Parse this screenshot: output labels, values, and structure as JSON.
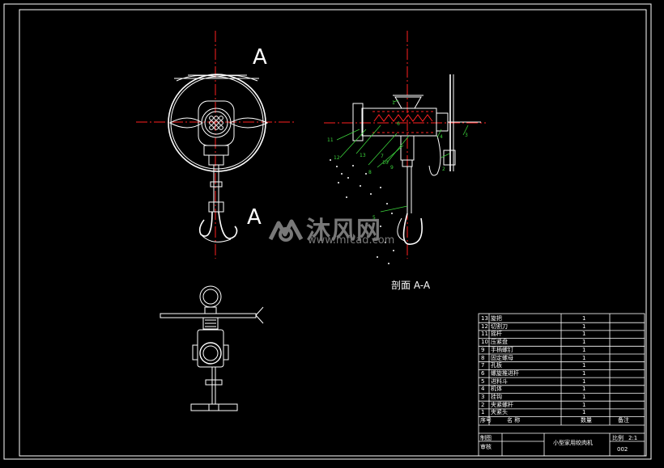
{
  "view_labels": {
    "a_top": "A",
    "a_bottom": "A",
    "section": "剖面 A-A"
  },
  "watermark": {
    "title": "沐风网",
    "url": "www.mfcad.com"
  },
  "balloons": [
    "13",
    "12",
    "11",
    "10",
    "9",
    "8",
    "7",
    "6",
    "5",
    "4",
    "3",
    "2",
    "1"
  ],
  "parts_table": {
    "rows": [
      {
        "no": "13",
        "name": "旋把",
        "qty": "1"
      },
      {
        "no": "12",
        "name": "切割刀",
        "qty": "1"
      },
      {
        "no": "11",
        "name": "摇杆",
        "qty": "1"
      },
      {
        "no": "10",
        "name": "压紧盘",
        "qty": "1"
      },
      {
        "no": "9",
        "name": "手柄螺钉",
        "qty": "1"
      },
      {
        "no": "8",
        "name": "固定螺母",
        "qty": "1"
      },
      {
        "no": "7",
        "name": "孔板",
        "qty": "1"
      },
      {
        "no": "6",
        "name": "螺旋推进杆",
        "qty": "1"
      },
      {
        "no": "5",
        "name": "进料斗",
        "qty": "1"
      },
      {
        "no": "4",
        "name": "机体",
        "qty": "1"
      },
      {
        "no": "3",
        "name": "挂钩",
        "qty": "1"
      },
      {
        "no": "2",
        "name": "夹紧螺杆",
        "qty": "1"
      },
      {
        "no": "1",
        "name": "夹紧头",
        "qty": "1"
      }
    ],
    "header": {
      "no": "序号",
      "name": "名 称",
      "qty": "数量",
      "remark": "备注"
    }
  },
  "title_block": {
    "draw_label": "制图",
    "check_label": "审核",
    "title": "小型家用绞肉机",
    "scale_label": "比例",
    "scale_value": "2:1",
    "drawing_no": "002"
  },
  "colors": {
    "outline": "#ffffff",
    "centerline": "#ff2020",
    "leader": "#3cd33c",
    "background": "#000000"
  }
}
